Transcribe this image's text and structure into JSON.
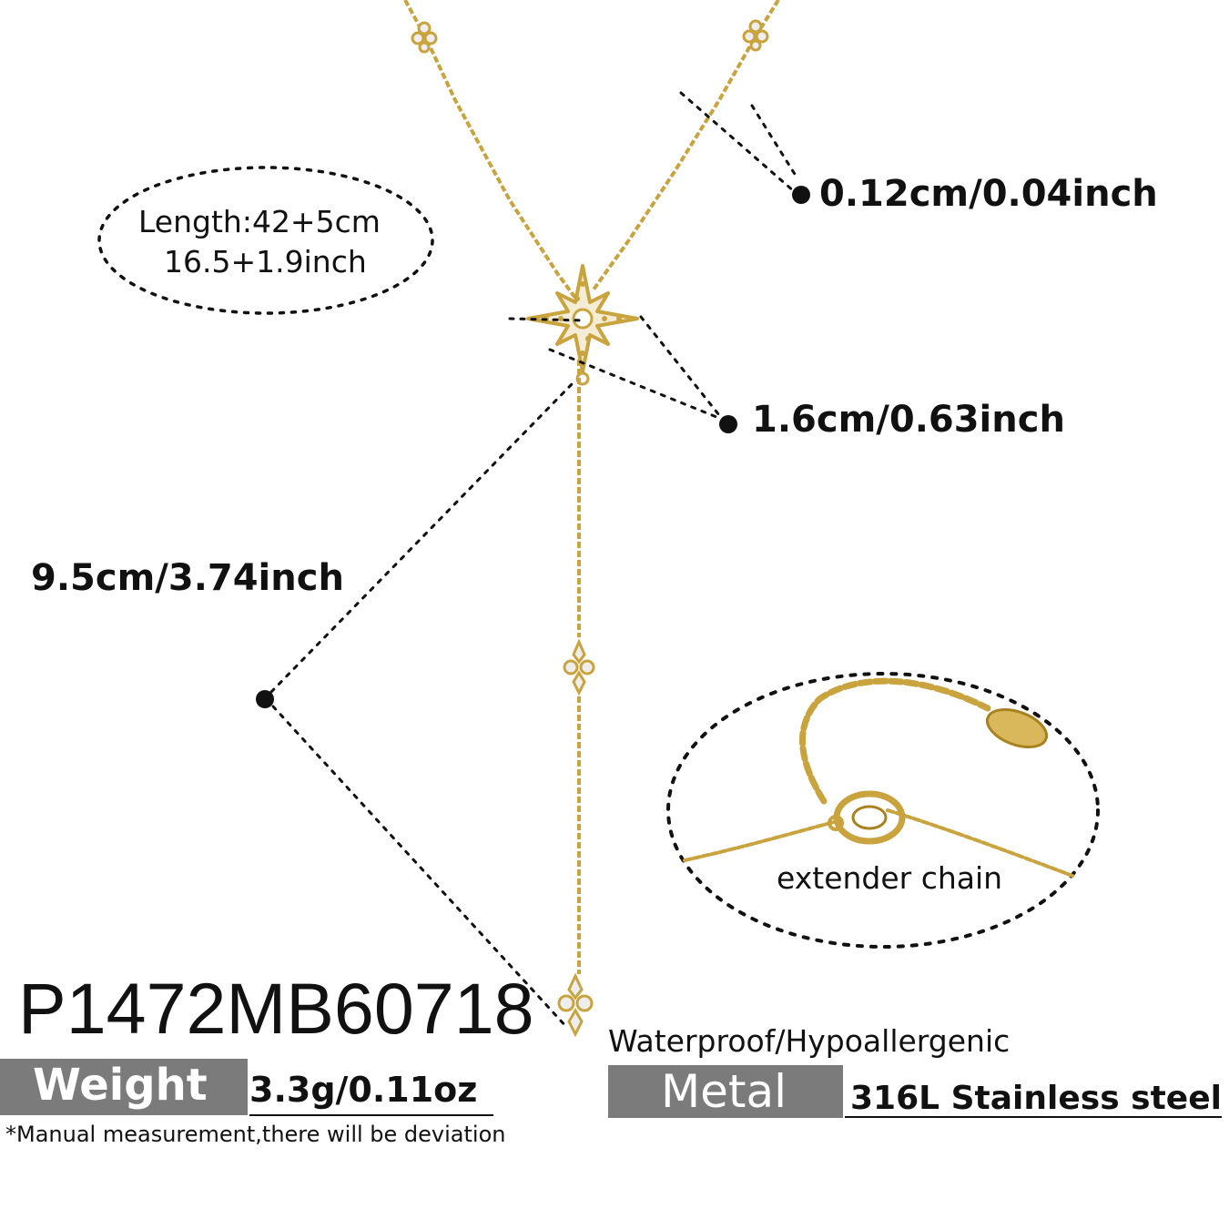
{
  "dimensions": {
    "length": [
      "Length:42+5cm",
      "16.5+1.9inch"
    ],
    "chain_width": "0.12cm/0.04inch",
    "pendant_size": "1.6cm/0.63inch",
    "drop_length": "9.5cm/3.74inch"
  },
  "extender_label": "extender chain",
  "product_code": "P1472MB60718",
  "weight": {
    "label": "Weight",
    "value": "3.3g/0.11oz"
  },
  "disclaimer": "*Manual measurement,there will be deviation",
  "properties": "Waterproof/Hypoallergenic",
  "metal": {
    "label": "Metal",
    "value": "316L Stainless steel"
  },
  "colors": {
    "gold": "#c9a33e",
    "gold_dark": "#a8821f",
    "gray_box": "#7b7b7b",
    "text": "#111111"
  },
  "icons": [
    "star-pendant-icon",
    "clover-charm-icon",
    "lobster-clasp-icon",
    "extender-tag-icon"
  ]
}
